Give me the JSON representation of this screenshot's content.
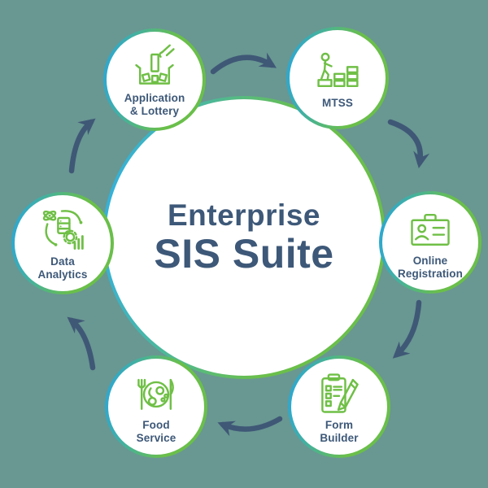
{
  "title": {
    "line1": "Enterprise",
    "line2": "SIS Suite"
  },
  "nodes": [
    {
      "label": "Application\n& Lottery",
      "icon": "lottery-hand-icon"
    },
    {
      "label": "MTSS",
      "icon": "person-steps-icon"
    },
    {
      "label": "Online\nRegistration",
      "icon": "id-card-icon"
    },
    {
      "label": "Form\nBuilder",
      "icon": "clipboard-pencil-icon"
    },
    {
      "label": "Food\nService",
      "icon": "meal-plate-icon"
    },
    {
      "label": "Data\nAnalytics",
      "icon": "data-analytics-icon"
    }
  ],
  "connections": [
    {
      "from": "Application & Lottery",
      "to": "MTSS"
    },
    {
      "from": "MTSS",
      "to": "Online Registration"
    },
    {
      "from": "Online Registration",
      "to": "Form Builder"
    },
    {
      "from": "Form Builder",
      "to": "Food Service"
    },
    {
      "from": "Food Service",
      "to": "Data Analytics"
    },
    {
      "from": "Data Analytics",
      "to": "Application & Lottery"
    }
  ],
  "flow_direction": "clockwise",
  "colors": {
    "background": "#699792",
    "accent_green": "#6fbf46",
    "accent_blue": "#2ca8d2",
    "text_dark": "#3d5878",
    "arrow": "#3f5876",
    "circle_fill": "#ffffff"
  }
}
